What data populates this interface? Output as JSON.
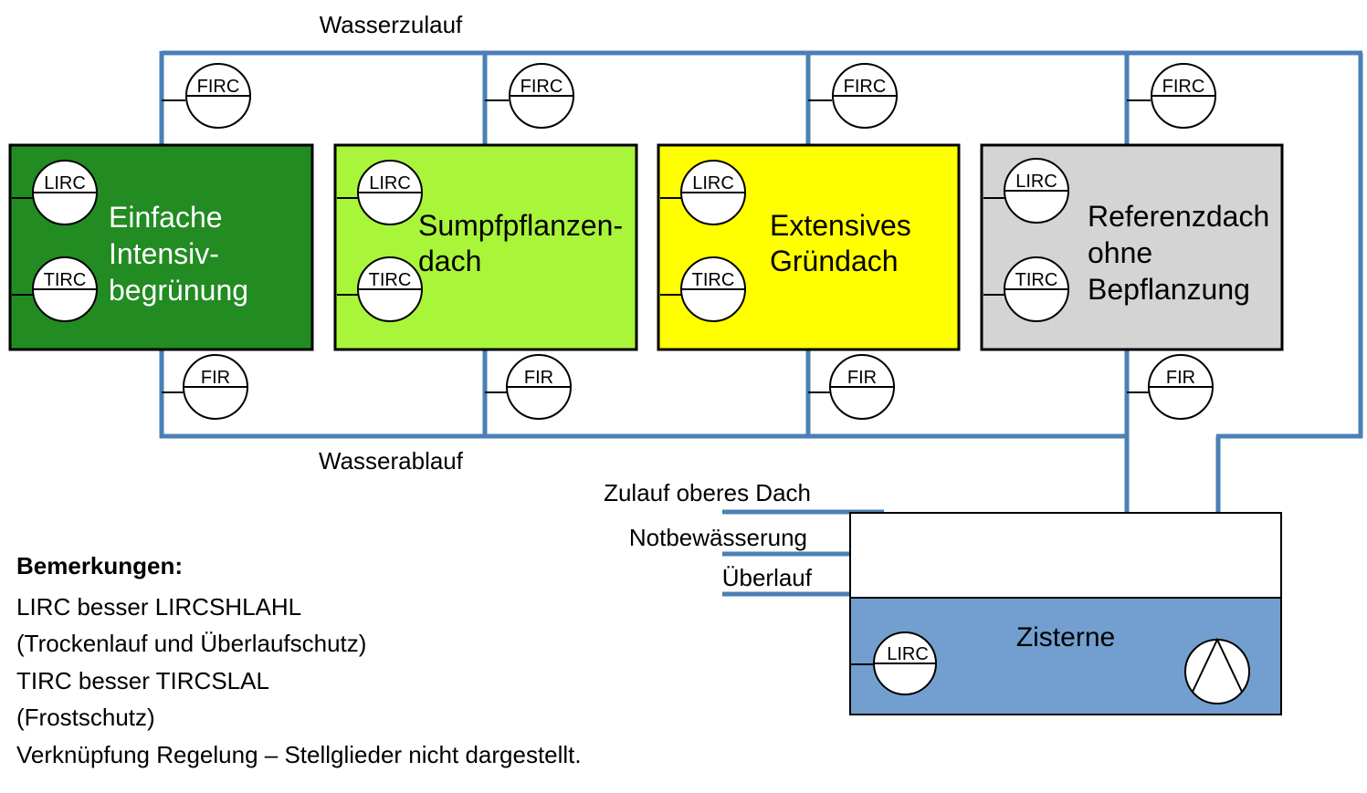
{
  "labels": {
    "supply": "Wasserzulauf",
    "drain": "Wasserablauf",
    "inlet_upper_roof": "Zulauf oberes Dach",
    "emergency_irrigation": "Notbewässerung",
    "overflow": "Überlauf"
  },
  "roofs": [
    {
      "lines": [
        "Einfache",
        "Intensiv-",
        "begrünung"
      ],
      "color": "#228b22",
      "text_color": "#ffffff"
    },
    {
      "lines": [
        "Sumpfpflanzen-",
        "dach"
      ],
      "color": "#a8f53a",
      "text_color": "#000000"
    },
    {
      "lines": [
        "Extensives",
        "Gründach"
      ],
      "color": "#ffff00",
      "text_color": "#000000"
    },
    {
      "lines": [
        "Referenzdach",
        "ohne",
        "Bepflanzung"
      ],
      "color": "#d4d4d4",
      "text_color": "#000000"
    }
  ],
  "instruments": {
    "supply_flow": "FIRC",
    "level": "LIRC",
    "temperature": "TIRC",
    "drain_flow": "FIR",
    "tank_level": "LIRC"
  },
  "tank": {
    "label": "Zisterne",
    "water_color": "#729fcf"
  },
  "colors": {
    "pipe": "#4a80b5"
  },
  "notes": {
    "heading": "Bemerkungen:",
    "lines": [
      "LIRC besser LIRCSHLAHL",
      "(Trockenlauf und Überlaufschutz)",
      "TIRC besser TIRCSLAL",
      "(Frostschutz)",
      "Verknüpfung Regelung – Stellglieder nicht dargestellt."
    ]
  }
}
